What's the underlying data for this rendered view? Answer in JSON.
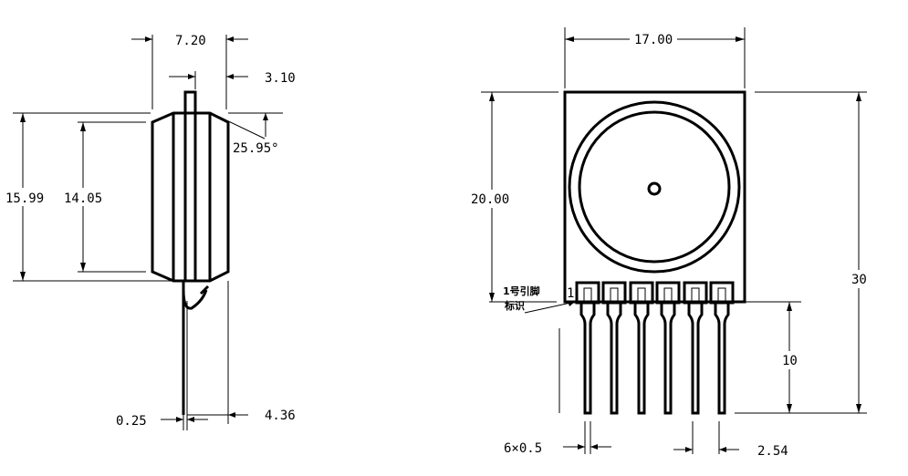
{
  "side_view": {
    "width_total": "7.20",
    "width_inner": "3.10",
    "angle": "25.95°",
    "height_outer": "15.99",
    "height_inner": "14.05",
    "pin_thickness": "0.25",
    "offset": "4.36"
  },
  "front_view": {
    "width": "17.00",
    "body_height": "20.00",
    "total_height": "30",
    "pin_length": "10",
    "pin_count_width": "6×0.5",
    "pitch": "2.54",
    "pin1_label_line1": "1号引脚",
    "pin1_label_line2": "标识",
    "pin1_number": "1"
  }
}
